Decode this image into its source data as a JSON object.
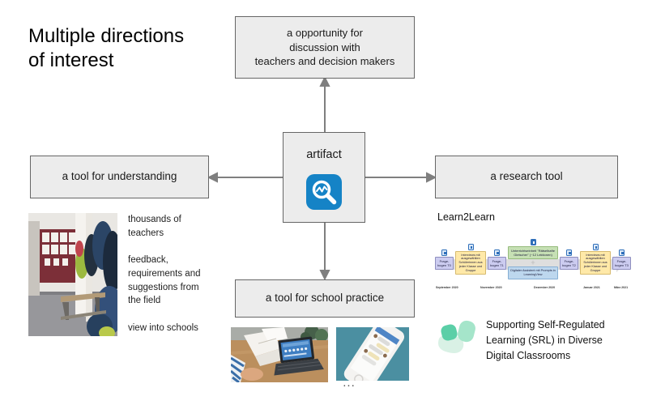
{
  "title": "Multiple directions\nof interest",
  "nodes": {
    "center": "artifact",
    "top": "a opportunity for\ndiscussion with\nteachers and decision makers",
    "left": "a tool for understanding",
    "right": "a research tool",
    "bottom": "a tool for school practice"
  },
  "notes": {
    "items": [
      "thousands of\nteachers",
      "feedback,\nrequirements and\nsuggestions from\nthe field",
      "view into schools"
    ]
  },
  "learn2learn": {
    "label": "Learn2Learn",
    "timeline": {
      "phases": [
        {
          "label": "Frage-bogen T0",
          "color": "#ccccf0"
        },
        {
          "label": "Interviews mit ausgewählten Schülerinnen aus jeder Klasse und Gruppe",
          "color": "#ffe9a8"
        },
        {
          "label": "Frage-bogen T1",
          "color": "#ccccf0"
        },
        {
          "label": "Unterrichtseinheit \"Rätselhafte Gletscher\" (~12 Lektionen)",
          "color": "#c6e0b4"
        },
        {
          "label": "Digitaler Assistent mit Prompts in LearningView",
          "color": "#bdd7ee"
        },
        {
          "label": "Frage-bogen T2",
          "color": "#ccccf0"
        },
        {
          "label": "Interviews mit ausgewählten Schülerinnen aus jeder Klasse und Gruppe",
          "color": "#ffe9a8"
        },
        {
          "label": "Frage-bogen T3",
          "color": "#ccccf0"
        }
      ],
      "dates": [
        "September 2020",
        "November 2020",
        "Dezember 2020",
        "Januar 2021",
        "März 2021"
      ]
    }
  },
  "srl": {
    "text": "Supporting Self-Regulated\nLearning (SRL) in Diverse\nDigital Classrooms"
  },
  "more_indicator": "...",
  "icons": {
    "artifact": "magnifier-chart-icon",
    "timeline_devices": "tablet-icon",
    "srl_logo": "green-blobs-logo"
  },
  "colors": {
    "box_fill": "#ececec",
    "box_border": "#666666",
    "arrow": "#7f7f7f",
    "icon_blue": "#1583c6",
    "srl_green": "#5bcfa7",
    "photo_teal": "#4b8fa1"
  }
}
